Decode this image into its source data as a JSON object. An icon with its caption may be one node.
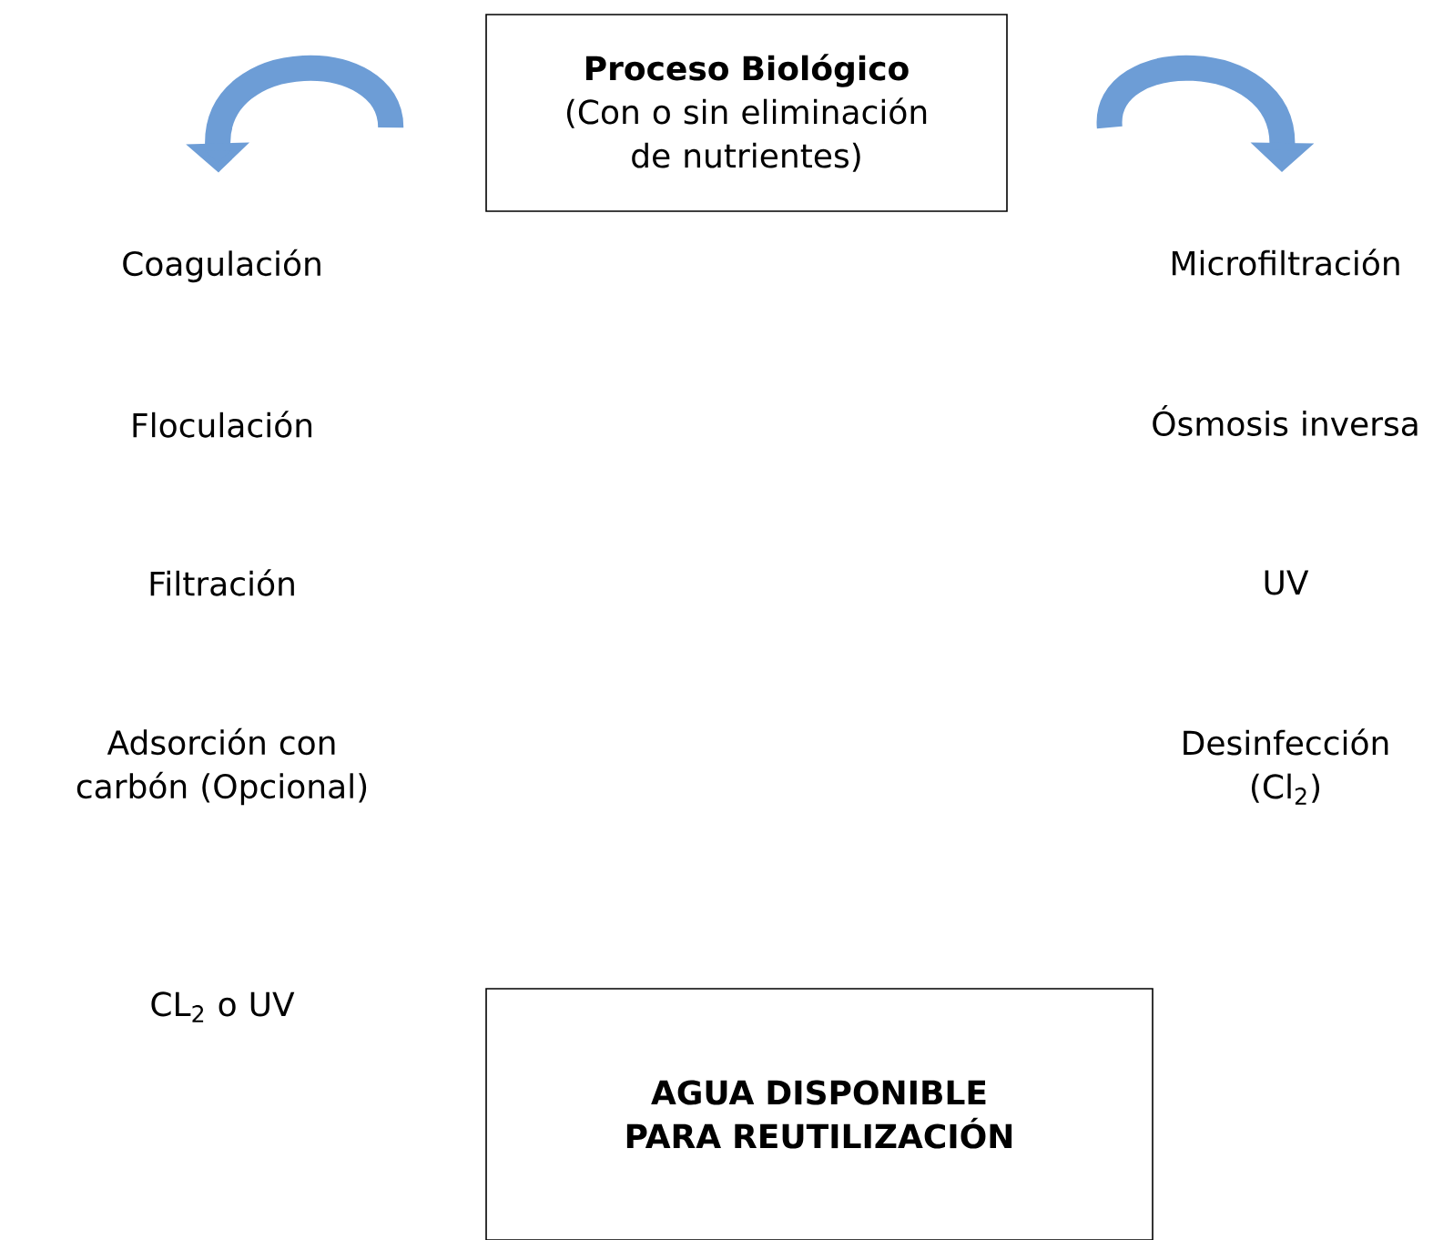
{
  "diagram": {
    "nodes": [
      {
        "text": [
          "Proceso Biológico",
          "(Con o sin eliminación de nutrientes)"
        ]
      },
      {
        "text": [
          "Coagulación"
        ]
      },
      {
        "text": [
          "Floculación"
        ]
      },
      {
        "text": [
          "Filtración"
        ]
      },
      {
        "text": [
          "Adsorción con carbón (Opcional)"
        ]
      },
      {
        "text": [
          "CL$_{2}$ o UV"
        ]
      },
      {
        "text": [
          "Microfiltración"
        ]
      },
      {
        "text": [
          "Ósmosis inversa"
        ]
      },
      {
        "text": [
          "UV"
        ]
      },
      {
        "text": [
          "Desinfección (Cl$_{2}$)"
        ]
      },
      {
        "text": [
          "AGUA DISPONIBLE PARA REUTILIZACIÓN"
        ]
      }
    ],
    "edges": [
      {
        "from": 0,
        "to": 1,
        "arrow": "to"
      },
      {
        "from": 0,
        "to": 6,
        "arrow": "to"
      }
    ]
  }
}
